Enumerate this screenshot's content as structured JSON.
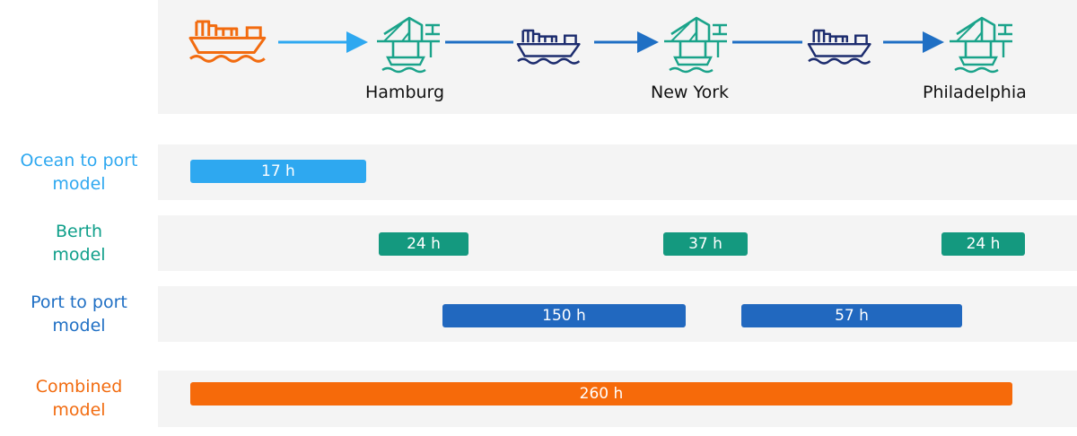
{
  "colors": {
    "ocean": "#2ea8f0",
    "berth": "#14997f",
    "port": "#2168bf",
    "combined": "#f66a0a",
    "ship_orange": "#f26b0f",
    "ship_navy": "#1c2c6e",
    "crane_teal": "#1aa38a",
    "panel_bg": "#f4f4f4"
  },
  "route": {
    "icons": [
      "ship-icon",
      "arrow-icon",
      "crane-icon",
      "ship-icon",
      "arrow-icon",
      "crane-icon",
      "ship-icon",
      "arrow-icon",
      "crane-icon"
    ],
    "cities": [
      "Hamburg",
      "New York",
      "Philadelphia"
    ]
  },
  "rows": {
    "ocean": {
      "label_line1": "Ocean to port",
      "label_line2": "model",
      "bars": [
        "17 h"
      ]
    },
    "berth": {
      "label_line1": "Berth",
      "label_line2": "model",
      "bars": [
        "24 h",
        "37 h",
        "24 h"
      ]
    },
    "port": {
      "label_line1": "Port to port",
      "label_line2": "model",
      "bars": [
        "150 h",
        "57 h"
      ]
    },
    "combined": {
      "label_line1": "Combined",
      "label_line2": "model",
      "bars": [
        "260 h"
      ]
    }
  }
}
